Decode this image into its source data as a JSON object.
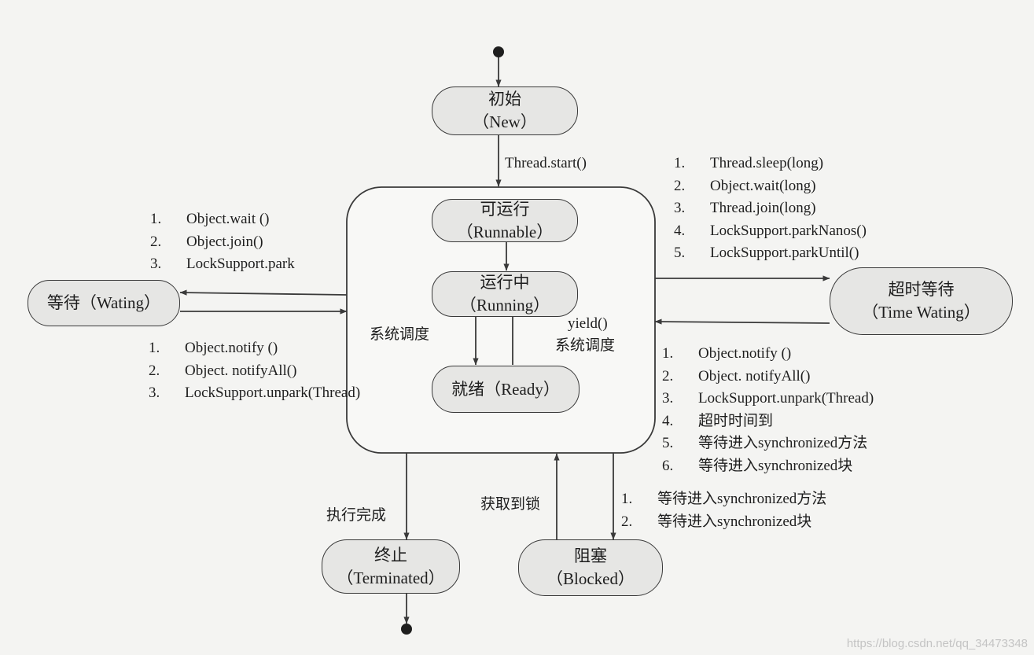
{
  "states": {
    "new": {
      "name": "初始",
      "sub": "（New）"
    },
    "runnable": {
      "name": "可运行",
      "sub": "（Runnable）"
    },
    "running": {
      "name": "运行中",
      "sub": "（Running）"
    },
    "ready": {
      "name": "就绪",
      "sub": "（Ready）"
    },
    "waiting": {
      "name": "等待",
      "sub": "（Wating）"
    },
    "timed_waiting": {
      "name": "超时等待",
      "sub": "（Time Wating）"
    },
    "terminated": {
      "name": "终止",
      "sub": "（Terminated）"
    },
    "blocked": {
      "name": "阻塞",
      "sub": "（Blocked）"
    }
  },
  "transitions": {
    "start": "Thread.start()",
    "scheduling_left": "系统调度",
    "yield": "yield()",
    "scheduling_right": "系统调度",
    "finished": "执行完成",
    "acquire_lock": "获取到锁"
  },
  "lists": {
    "to_waiting": [
      {
        "num": "1.",
        "text": "Object.wait ()"
      },
      {
        "num": "2.",
        "text": "Object.join()"
      },
      {
        "num": "3.",
        "text": "LockSupport.park"
      }
    ],
    "from_waiting": [
      {
        "num": "1.",
        "text": "Object.notify ()"
      },
      {
        "num": "2.",
        "text": "Object. notifyAll()"
      },
      {
        "num": "3.",
        "text": "LockSupport.unpark(Thread)"
      }
    ],
    "to_timed_waiting": [
      {
        "num": "1.",
        "text": "Thread.sleep(long)"
      },
      {
        "num": "2.",
        "text": "Object.wait(long)"
      },
      {
        "num": "3.",
        "text": "Thread.join(long)"
      },
      {
        "num": "4.",
        "text": "LockSupport.parkNanos()"
      },
      {
        "num": "5.",
        "text": "LockSupport.parkUntil()"
      }
    ],
    "from_timed_waiting": [
      {
        "num": "1.",
        "text": "Object.notify ()"
      },
      {
        "num": "2.",
        "text": "Object. notifyAll()"
      },
      {
        "num": "3.",
        "text": "LockSupport.unpark(Thread)"
      },
      {
        "num": "4.",
        "text": "超时时间到"
      },
      {
        "num": "5.",
        "text": "等待进入synchronized方法"
      },
      {
        "num": "6.",
        "text": "等待进入synchronized块"
      }
    ],
    "to_blocked": [
      {
        "num": "1.",
        "text": "等待进入synchronized方法"
      },
      {
        "num": "2.",
        "text": "等待进入synchronized块"
      }
    ]
  },
  "watermark": "https://blog.csdn.net/qq_34473348"
}
